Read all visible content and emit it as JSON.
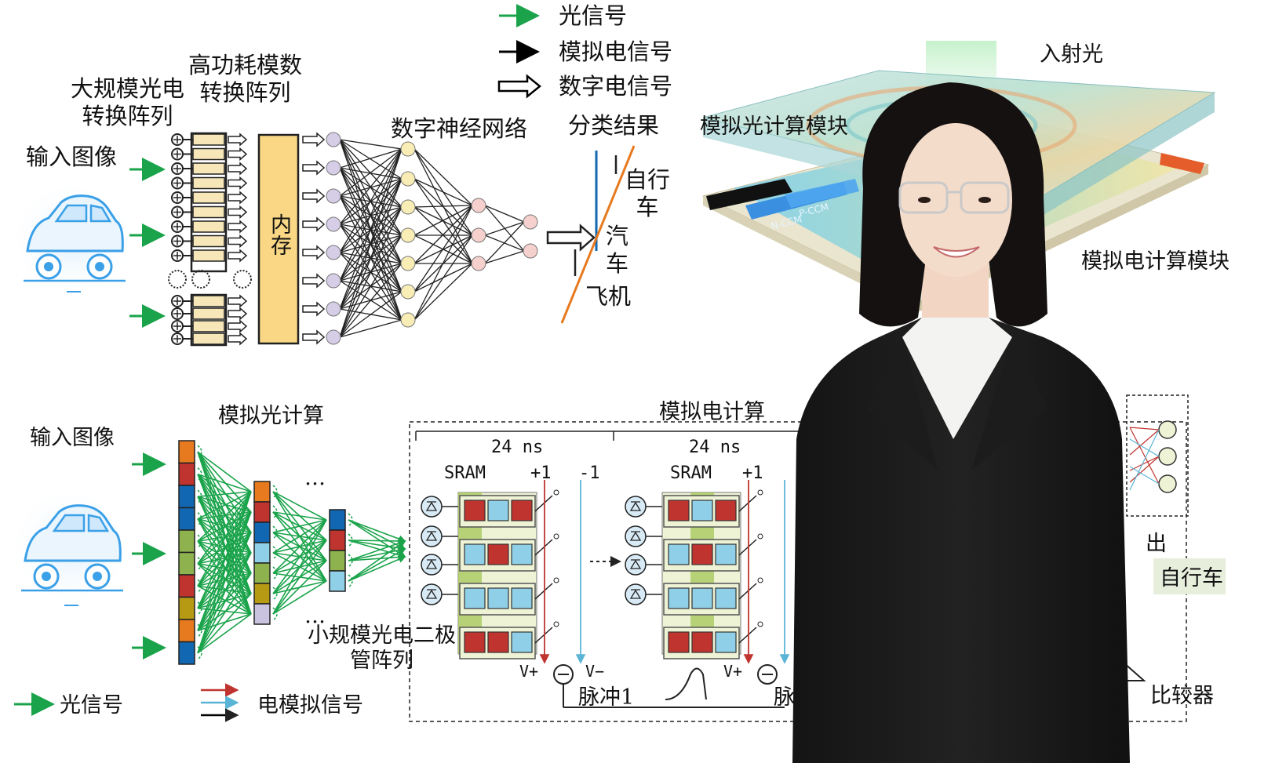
{
  "top_legend": {
    "optical": "光信号",
    "analog": "模拟电信号",
    "digital": "数字电信号",
    "colors": {
      "optical": "#1aa34a",
      "analog": "#000000",
      "digital": "#000000"
    }
  },
  "top_diagram": {
    "input_label": "输入图像",
    "pd_array_label": "大规模光电\n转换阵列",
    "adc_label": "高功耗模数\n转换阵列",
    "memory_label": "内存",
    "dnn_label": "数字神经网络",
    "result_label": "分类结果",
    "classes": [
      "自行\n车",
      "汽\n车",
      "飞机"
    ]
  },
  "chip_image": {
    "incident_light": "入射光",
    "optical_module": "模拟光计算模块",
    "electrical_module": "模拟电计算模块",
    "pccm": "P-CCM",
    "nccm": "N-CCM"
  },
  "bottom_diagram": {
    "input_label": "输入图像",
    "optical_compute_label": "模拟光计算",
    "electrical_compute_label": "模拟电计算",
    "small_pd_label": "小规模光电二极\n管阵列",
    "dots": "…",
    "time1": "24 ns",
    "time2": "24 ns",
    "sram1": "SRAM",
    "sram2": "SRAM",
    "plus1": "+1",
    "minus1": "-1",
    "plus1b": "+1",
    "vplus": "V+",
    "vminus": "V−",
    "vplus2": "V+",
    "pulse1": "脉冲1",
    "pulse2": "脉",
    "output_partial": "出",
    "output_class": "自行车",
    "comparator": "比较器"
  },
  "bottom_legend": {
    "optical": "光信号",
    "electrical_analog": "电模拟信号"
  },
  "colors": {
    "green": "#1aa34a",
    "red": "#c0342f",
    "blue": "#1167b1",
    "lightblue": "#8fd0e8",
    "olive": "#8db24e",
    "orange": "#e77a1f",
    "mustard": "#b79a14",
    "lavender": "#c9c3e0",
    "memory_fill": "#f9d784"
  }
}
